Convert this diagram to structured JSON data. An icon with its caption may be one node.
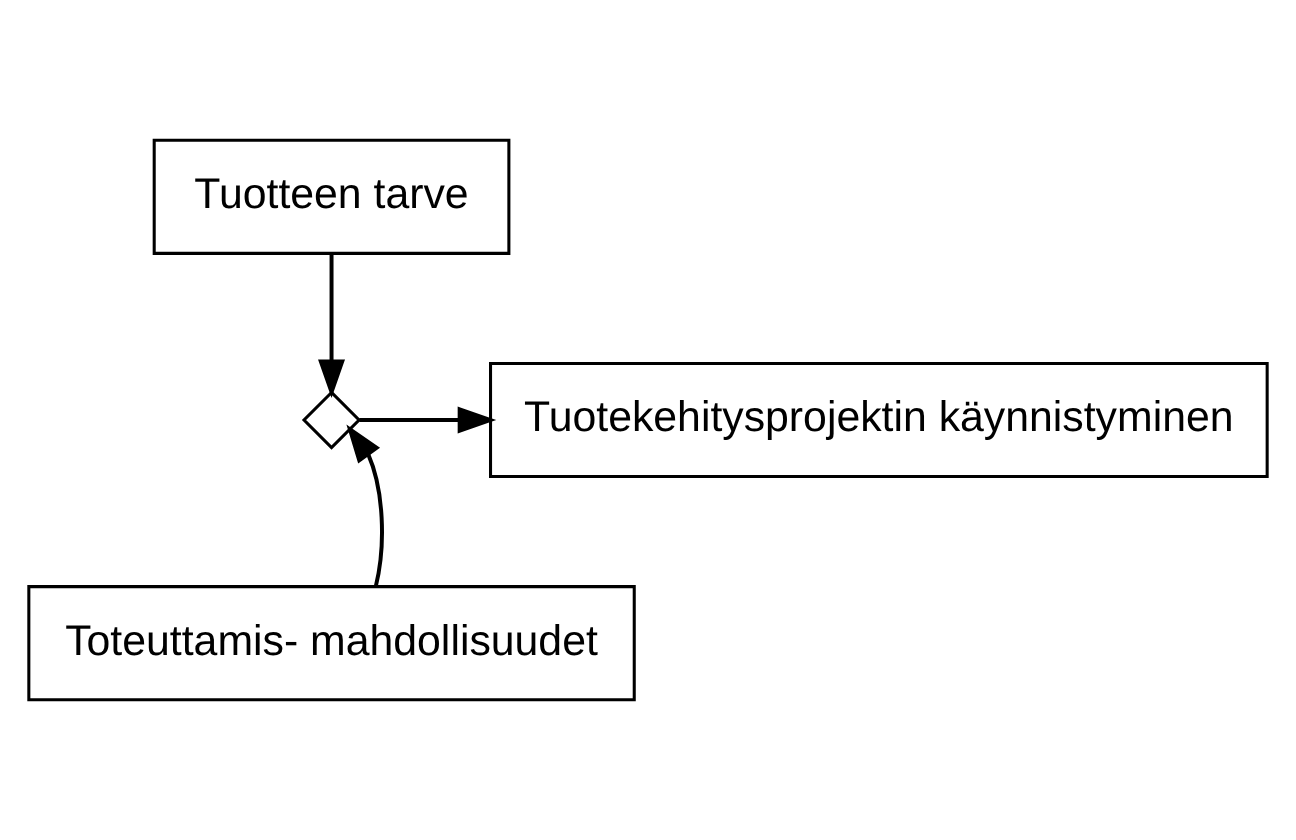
{
  "diagram": {
    "nodes": [
      {
        "text": [
          "Tuotteen tarve"
        ]
      },
      {
        "text": [],
        "shape": "diamond"
      },
      {
        "text": [
          "Tuotekehitysprojektin käynnistyminen"
        ]
      },
      {
        "text": [
          "Toteuttamis- mahdollisuudet"
        ]
      }
    ],
    "edges": [
      {
        "from": 0,
        "to": 1,
        "arrow": "to"
      },
      {
        "from": 3,
        "to": 1,
        "arrow": "to"
      },
      {
        "from": 1,
        "to": 2,
        "arrow": "to"
      }
    ]
  }
}
